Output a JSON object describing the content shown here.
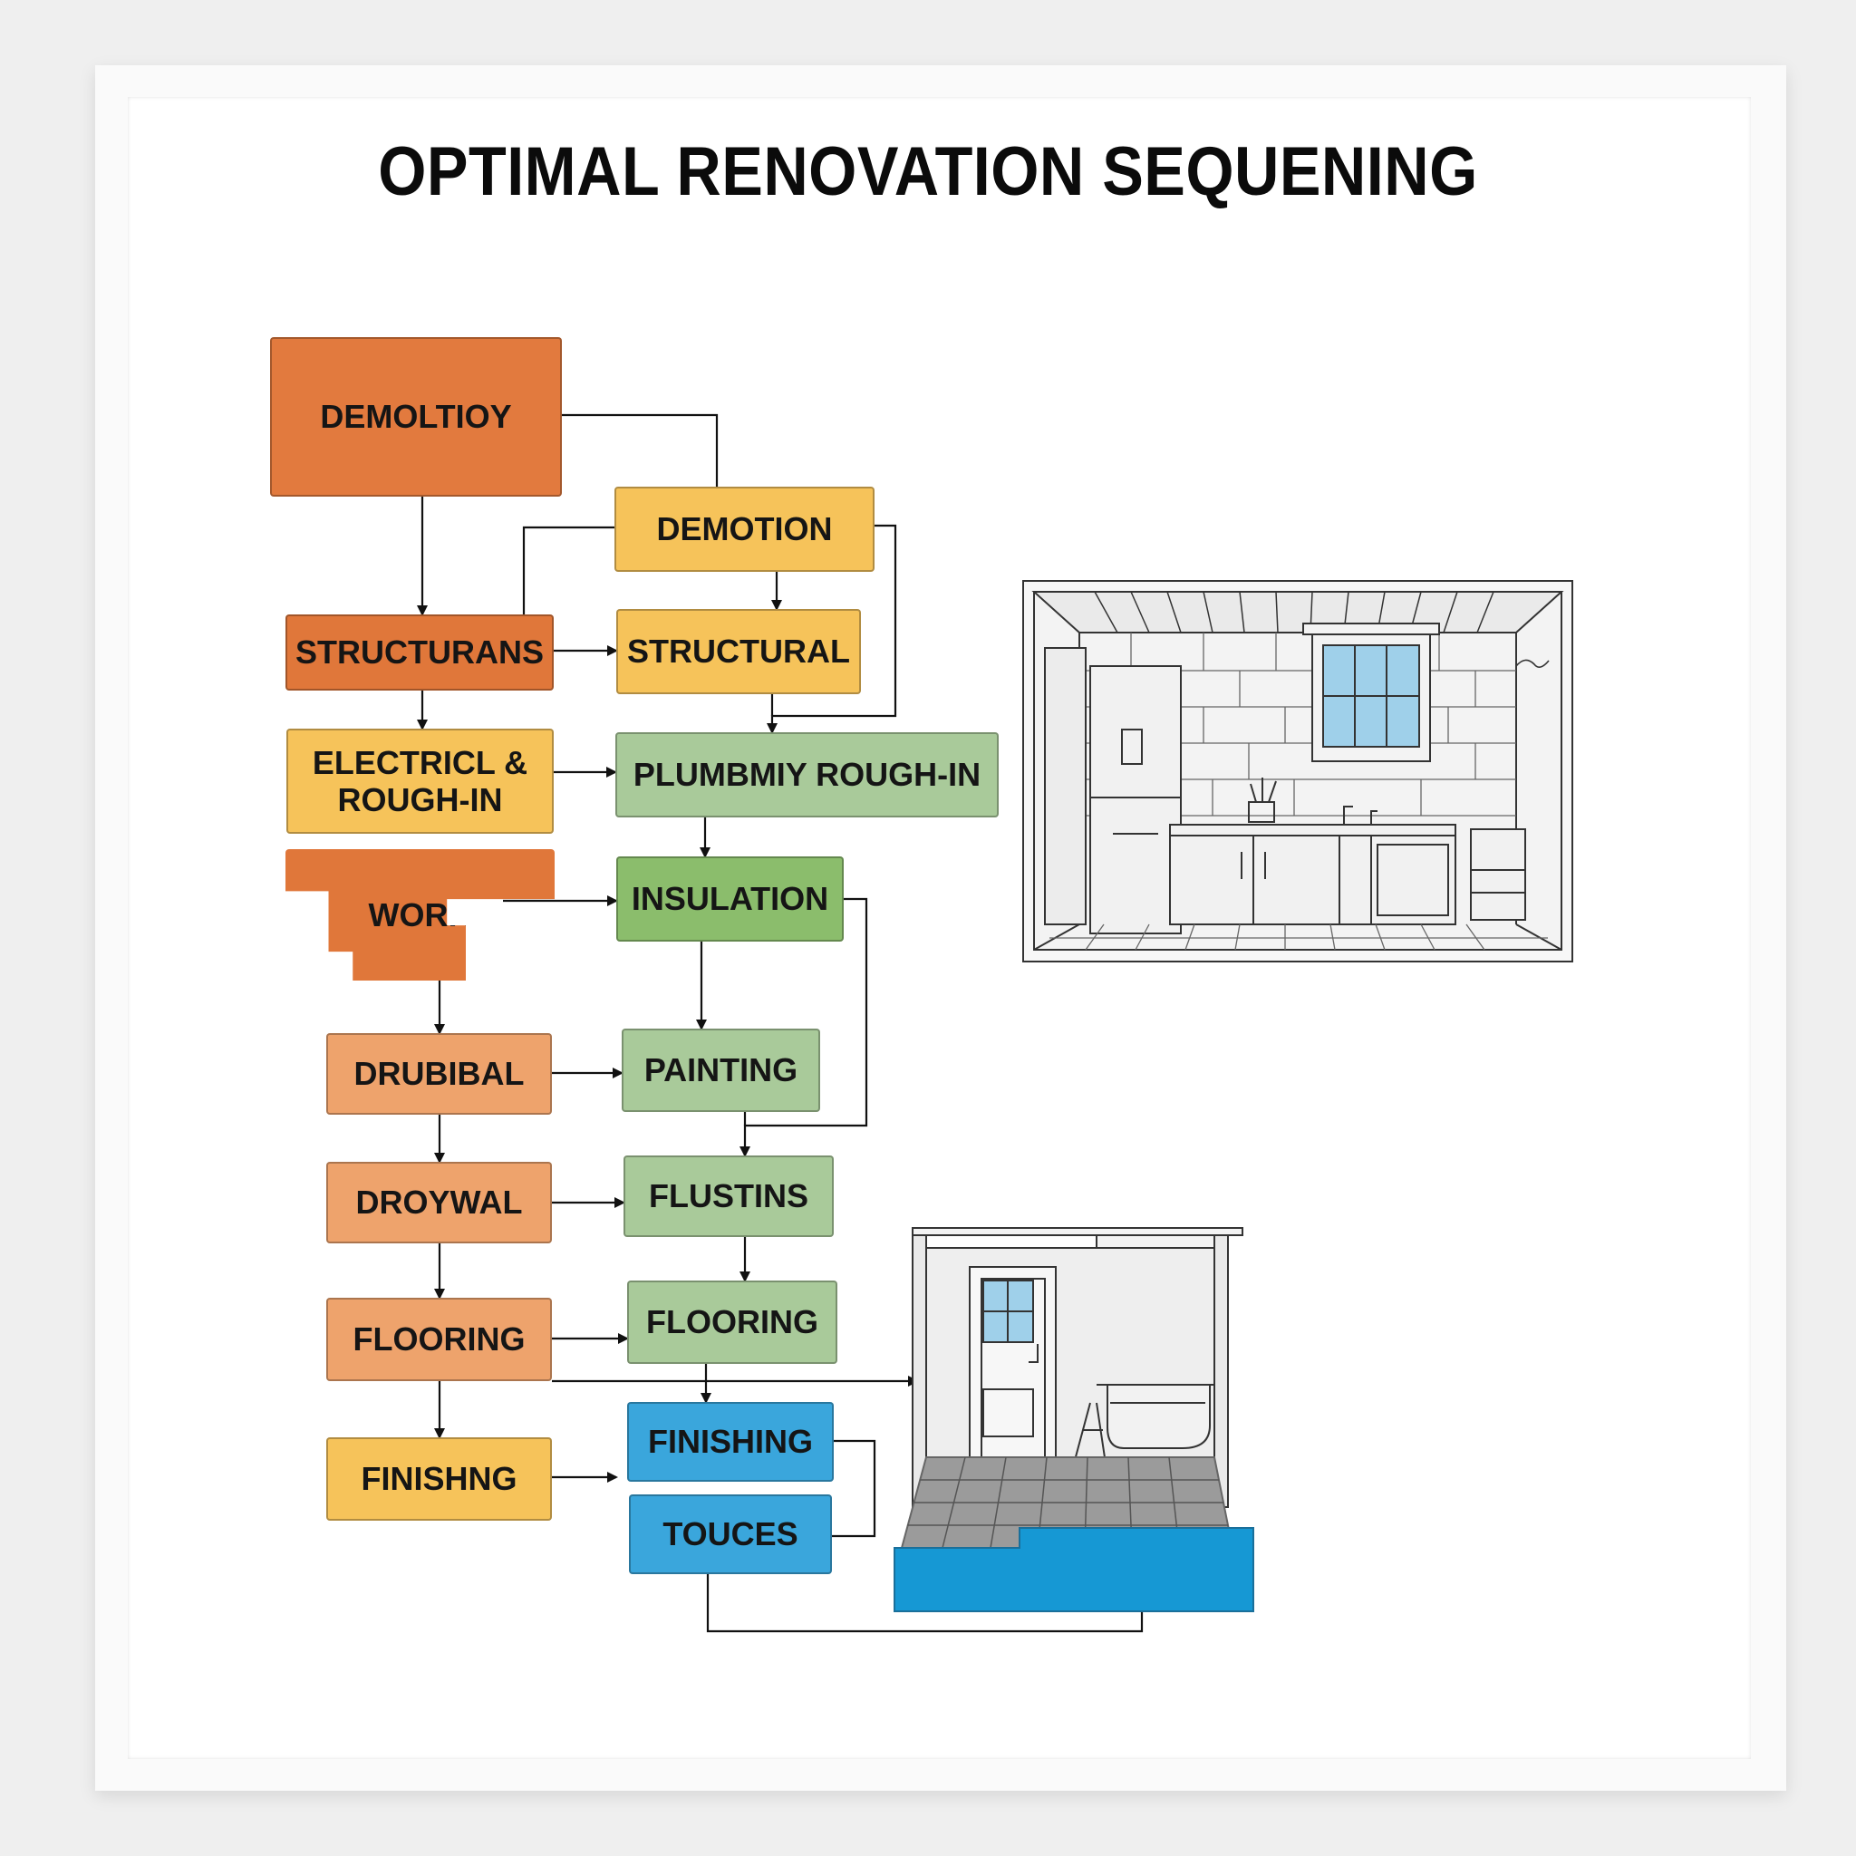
{
  "title": "OPTIMAL RENOVATION SEQUENING",
  "colors": {
    "orange_dark": "#e27a3e",
    "orange_mid": "#e0773a",
    "orange_light": "#eea36c",
    "yellow": "#f6c35a",
    "green_light": "#a9ca9a",
    "green": "#8bbd6c",
    "blue": "#3aa6dc",
    "blue_slab": "#1698d4"
  },
  "nodes": [
    {
      "id": "demolition",
      "label": "DEMOLTIOY",
      "color": "orange_dark"
    },
    {
      "id": "demotion",
      "label": "DEMOTION",
      "color": "yellow"
    },
    {
      "id": "structurans",
      "label": "STRUCTURANS",
      "color": "orange_mid"
    },
    {
      "id": "structural",
      "label": "STRUCTURAL",
      "color": "yellow"
    },
    {
      "id": "electrical",
      "label": "ELECTRICL &\nROUGH-IN",
      "color": "yellow"
    },
    {
      "id": "plumbing",
      "label": "PLUMBMIY ROUGH-IN",
      "color": "green_light"
    },
    {
      "id": "work",
      "label": "WORK",
      "color": "orange_mid"
    },
    {
      "id": "insulation",
      "label": "INSULATION",
      "color": "green"
    },
    {
      "id": "drubibal",
      "label": "DRUBIBAL",
      "color": "orange_light"
    },
    {
      "id": "painting",
      "label": "PAINTING",
      "color": "green_light"
    },
    {
      "id": "droywal",
      "label": "DROYWAL",
      "color": "orange_light"
    },
    {
      "id": "flustins",
      "label": "FLUSTINS",
      "color": "green_light"
    },
    {
      "id": "flooring_left",
      "label": "FLOORING",
      "color": "orange_light"
    },
    {
      "id": "flooring_right",
      "label": "FLOORING",
      "color": "green_light"
    },
    {
      "id": "finishing_left",
      "label": "FINISHNG",
      "color": "yellow"
    },
    {
      "id": "finishing_right",
      "label": "FINISHING",
      "color": "blue"
    },
    {
      "id": "touches",
      "label": "TOUCES",
      "color": "blue"
    }
  ],
  "edges": [
    [
      "demolition",
      "structurans"
    ],
    [
      "demolition",
      "demotion"
    ],
    [
      "demotion",
      "structural"
    ],
    [
      "demotion",
      "plumbing"
    ],
    [
      "structurans",
      "demotion"
    ],
    [
      "structurans",
      "structural"
    ],
    [
      "structurans",
      "electrical"
    ],
    [
      "structural",
      "plumbing"
    ],
    [
      "electrical",
      "plumbing"
    ],
    [
      "plumbing",
      "insulation"
    ],
    [
      "work",
      "insulation"
    ],
    [
      "work",
      "drubibal"
    ],
    [
      "insulation",
      "painting"
    ],
    [
      "insulation",
      "flustins"
    ],
    [
      "drubibal",
      "painting"
    ],
    [
      "drubibal",
      "droywal"
    ],
    [
      "painting",
      "flustins"
    ],
    [
      "droywal",
      "flustins"
    ],
    [
      "droywal",
      "flooring_left"
    ],
    [
      "flustins",
      "flooring_right"
    ],
    [
      "flooring_left",
      "flooring_right"
    ],
    [
      "flooring_left",
      "finishing_left"
    ],
    [
      "flooring_left",
      "bathroom-sketch"
    ],
    [
      "flooring_right",
      "finishing_right"
    ],
    [
      "finishing_left",
      "finishing_right"
    ],
    [
      "finishing_right",
      "touches"
    ],
    [
      "touches",
      "bathroom-sketch"
    ]
  ],
  "illustrations": [
    {
      "id": "kitchen-sketch",
      "icon": "kitchen-icon"
    },
    {
      "id": "bathroom-sketch",
      "icon": "bathroom-icon"
    }
  ]
}
